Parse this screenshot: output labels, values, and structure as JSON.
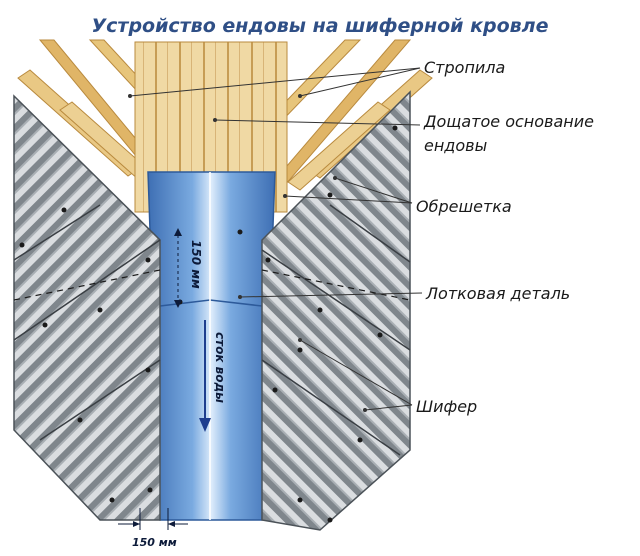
{
  "title": "Устройство ендовы на шиферной кровле",
  "labels": {
    "rafters": "Стропила",
    "base_line1": "Дощатое основание",
    "base_line2": "ендовы",
    "battens": "Обрешетка",
    "tray": "Лотковая деталь",
    "slate": "Шифер"
  },
  "dimensions": {
    "overlap": "150 мм",
    "bottom_width": "150 мм",
    "flow": "сток воды"
  },
  "colors": {
    "title": "#2f4f86",
    "slate_light": "#dadde0",
    "slate_dark": "#7f868c",
    "wood_light": "#f0d9a4",
    "wood_dark": "#c79d55",
    "tray": "#6f9fd8",
    "tray_dark": "#3e6fb4",
    "tray_highlight": "#dcebfb",
    "arrow": "#1f3e8e"
  }
}
